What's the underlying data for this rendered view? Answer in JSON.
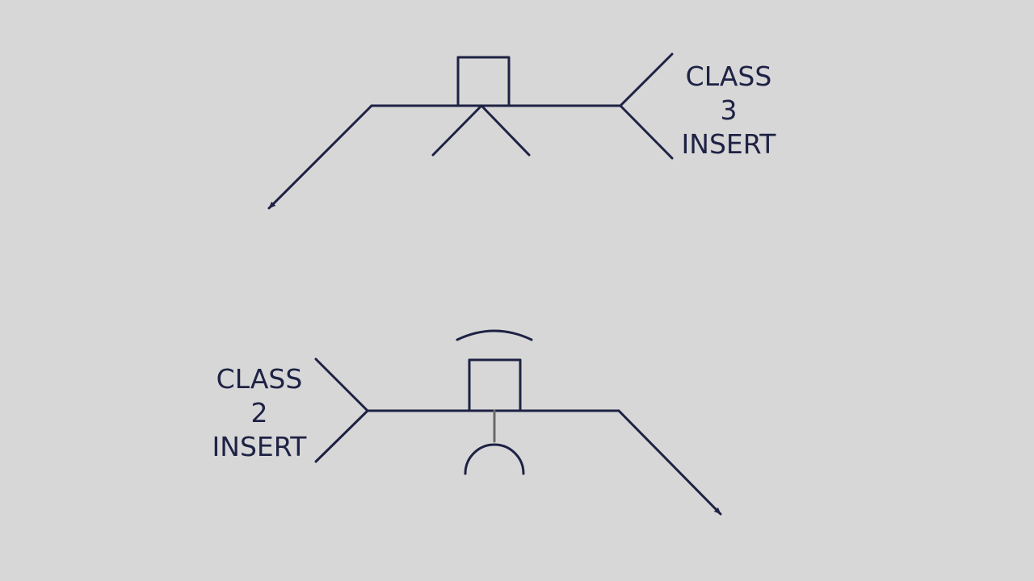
{
  "colors": {
    "background": "#d7d7d7",
    "ink": "#1e2244",
    "stem": "#6a6a6a"
  },
  "symbols": [
    {
      "id": "class-3",
      "label_lines": [
        "CLASS",
        "3",
        "INSERT"
      ]
    },
    {
      "id": "class-2",
      "label_lines": [
        "CLASS",
        "2",
        "INSERT"
      ]
    }
  ]
}
